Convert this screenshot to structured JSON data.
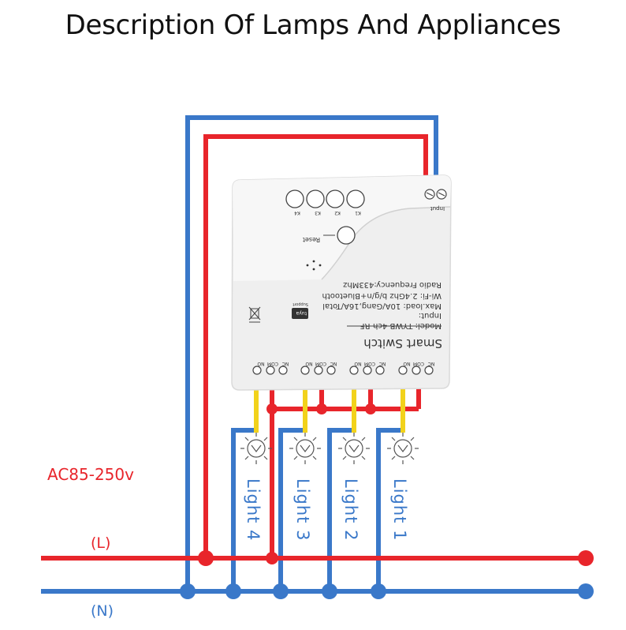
{
  "title": "Description Of Lamps And Appliances",
  "supply": {
    "voltage_label": "AC85-250v",
    "live_label": "(L)",
    "neutral_label": "(N)"
  },
  "colors": {
    "live": "#e8252b",
    "neutral": "#3a78c9",
    "load_wire": "#f2d21b",
    "device_body": "#efefef"
  },
  "device": {
    "name": "Smart Switch",
    "model": "Model: TYWB 4ch-RF",
    "input": "Input:",
    "max_load": "Max.load: 10A/Gang,16A/Total",
    "wifi": "Wi-Fi: 2.4Ghz b/g/n+Bluetooth",
    "radio": "Radio Frequency:433Mhz",
    "reset_label": "Reset",
    "input_label": "Input",
    "tuya_support": "Support",
    "tuya_logo": "tuya",
    "buttons": [
      "K1",
      "K2",
      "K3",
      "K4"
    ],
    "terminal_groups": [
      [
        "NC",
        "COM",
        "NO"
      ],
      [
        "NC",
        "COM",
        "NO"
      ],
      [
        "NC",
        "COM",
        "NO"
      ],
      [
        "NC",
        "COM",
        "NO"
      ]
    ]
  },
  "lights": [
    "Light 1",
    "Light 2",
    "Light 3",
    "Light 4"
  ],
  "icons": [
    "lamp-icon",
    "reset-button-icon",
    "input-terminal-icon",
    "tuya-logo-icon",
    "weee-bin-icon"
  ]
}
